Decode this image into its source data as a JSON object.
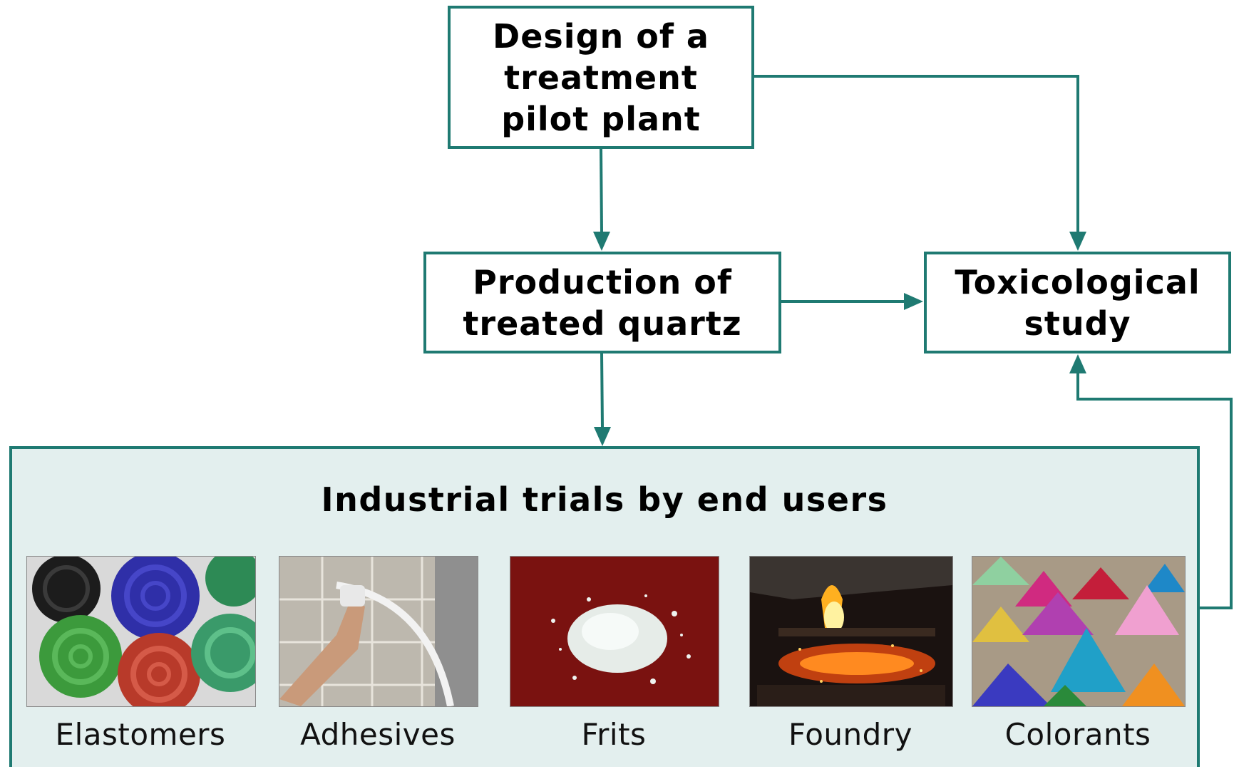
{
  "nodes": {
    "design": "Design of a\ntreatment\npilot plant",
    "production": "Production of\ntreated quartz",
    "toxicological": "Toxicological\nstudy"
  },
  "trials": {
    "title": "Industrial trials by end users",
    "items": [
      {
        "label": "Elastomers",
        "image": "rubber-coils"
      },
      {
        "label": "Adhesives",
        "image": "tile-caulking"
      },
      {
        "label": "Frits",
        "image": "white-crystals"
      },
      {
        "label": "Foundry",
        "image": "molten-metal"
      },
      {
        "label": "Colorants",
        "image": "pigment-powders"
      }
    ]
  },
  "colors": {
    "accent": "#1f7a72",
    "panel_background": "#e3efee"
  }
}
